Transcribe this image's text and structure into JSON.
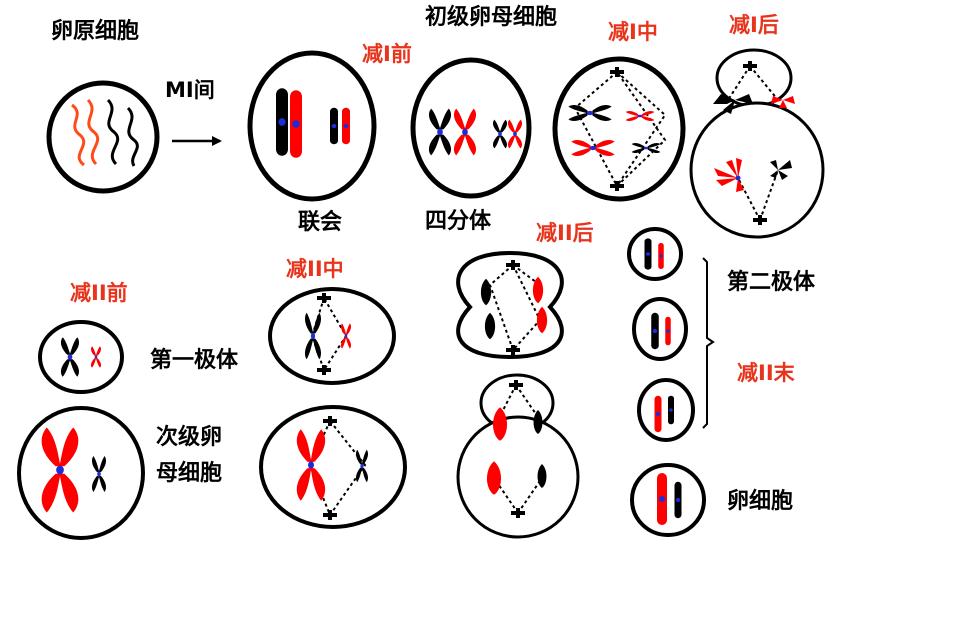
{
  "colors": {
    "black_chromosome": "#000000",
    "red_chromosome": "#ff0000",
    "centromere": "#1f2bd6",
    "stage_label": "#e8341c",
    "outline": "#000000"
  },
  "labels": {
    "oogonium": "卵原细胞",
    "interphase": "MI间",
    "primary_oocyte": "初级卵母细胞",
    "prophase_1": "减I前",
    "metaphase_1": "减I中",
    "anaphase_1": "减I后",
    "synapsis": "联会",
    "tetrad": "四分体",
    "anaphase_2": "减II后",
    "prophase_2": "减II前",
    "metaphase_2": "减II中",
    "second_polar_body": "第二极体",
    "telophase_2": "减II末",
    "first_polar_body": "第一极体",
    "secondary_oocyte_line1": "次级卵",
    "secondary_oocyte_line2": "母细胞",
    "egg_cell": "卵细胞"
  }
}
